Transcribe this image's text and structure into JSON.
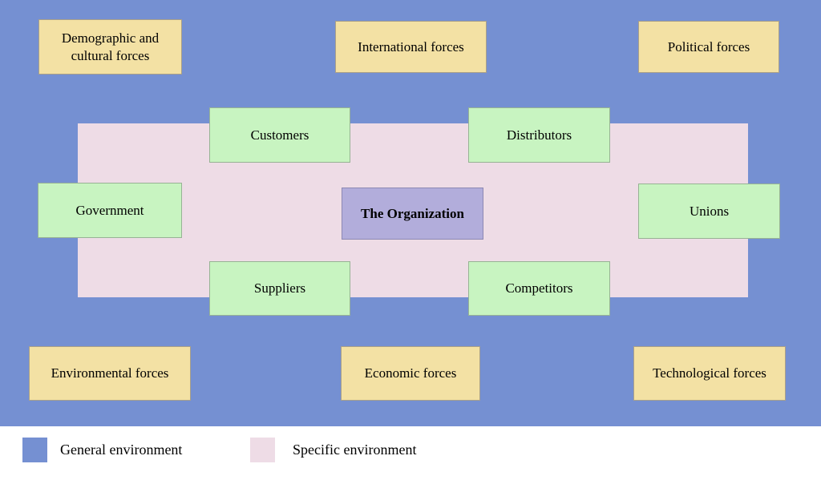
{
  "diagram": {
    "center": {
      "label": "The Organization"
    },
    "general_forces": {
      "demographic": {
        "label": "Demographic and cultural forces"
      },
      "international": {
        "label": "International forces"
      },
      "political": {
        "label": "Political forces"
      },
      "environmental": {
        "label": "Environmental forces"
      },
      "economic": {
        "label": "Economic forces"
      },
      "technological": {
        "label": "Technological forces"
      }
    },
    "specific_actors": {
      "customers": {
        "label": "Customers"
      },
      "distributors": {
        "label": "Distributors"
      },
      "government": {
        "label": "Government"
      },
      "unions": {
        "label": "Unions"
      },
      "suppliers": {
        "label": "Suppliers"
      },
      "competitors": {
        "label": "Competitors"
      }
    }
  },
  "legend": {
    "general": {
      "label": "General environment",
      "color": "#7590d2"
    },
    "specific": {
      "label": "Specific environment",
      "color": "#eedce6"
    }
  },
  "colors": {
    "general_environment_bg": "#7590d2",
    "specific_environment_bg": "#eedce6",
    "force_box_bg": "#f3e1a4",
    "actor_box_bg": "#c8f4c1",
    "organization_box_bg": "#b2addb"
  }
}
